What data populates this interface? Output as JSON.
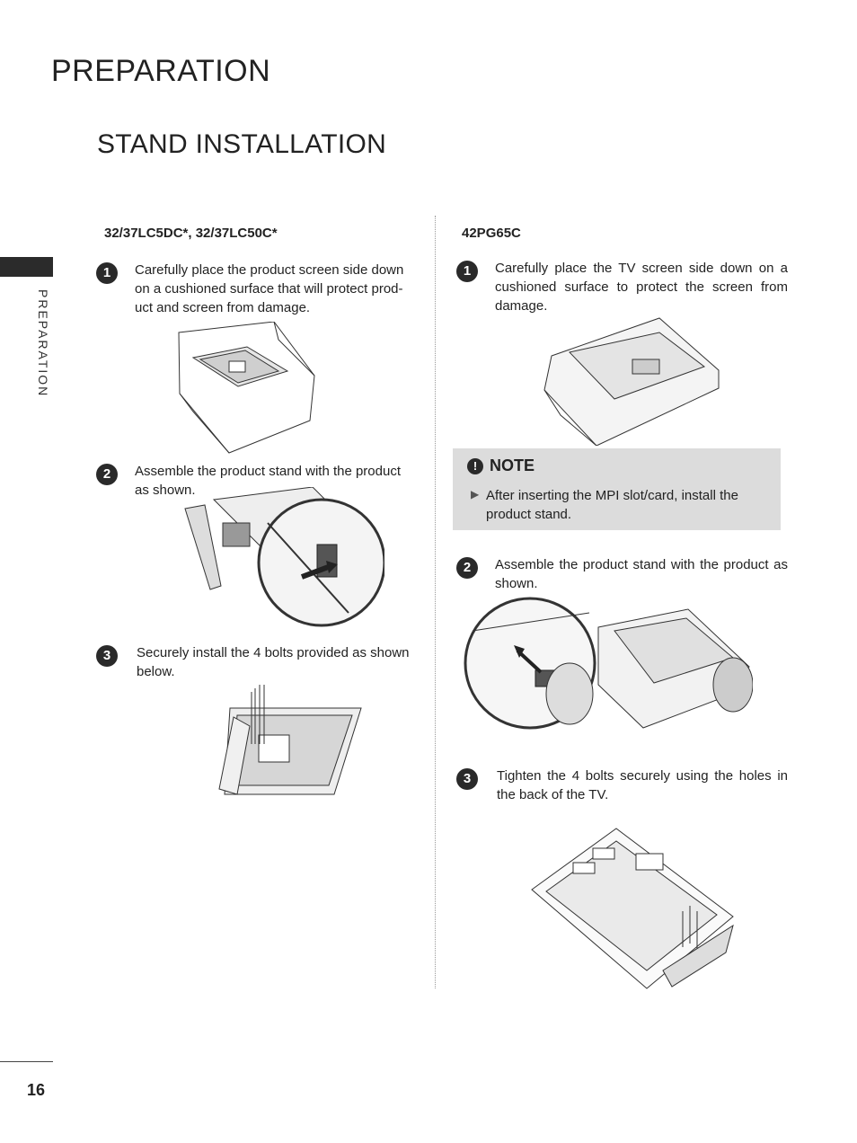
{
  "header": {
    "section_title": "PREPARATION",
    "page_title": "STAND INSTALLATION",
    "side_label": "PREPARATION"
  },
  "left_column": {
    "model": "32/37LC5DC*, 32/37LC50C*",
    "steps": [
      {
        "num": "1",
        "text": "Carefully place the product screen side down on a cushioned surface that will protect prod-uct and screen from damage."
      },
      {
        "num": "2",
        "text": "Assemble the product stand with the product as shown."
      },
      {
        "num": "3",
        "text": "Securely install the 4 bolts provided as shown below."
      }
    ]
  },
  "right_column": {
    "model": "42PG65C",
    "steps": [
      {
        "num": "1",
        "text": "Carefully place the TV screen side down on a cushioned surface to protect the screen from damage."
      },
      {
        "num": "2",
        "text": "Assemble the product stand with the product as shown."
      },
      {
        "num": "3",
        "text": "Tighten the 4 bolts securely using the holes in the back of the TV."
      }
    ],
    "note": {
      "icon": "!",
      "title": "NOTE",
      "bullet": "▶",
      "text": "After inserting the MPI slot/card, install the product stand."
    }
  },
  "footer": {
    "page_number": "16"
  },
  "colors": {
    "text": "#1a1a1a",
    "note_bg": "#dcdcdc",
    "tab": "#2b2b2b"
  }
}
